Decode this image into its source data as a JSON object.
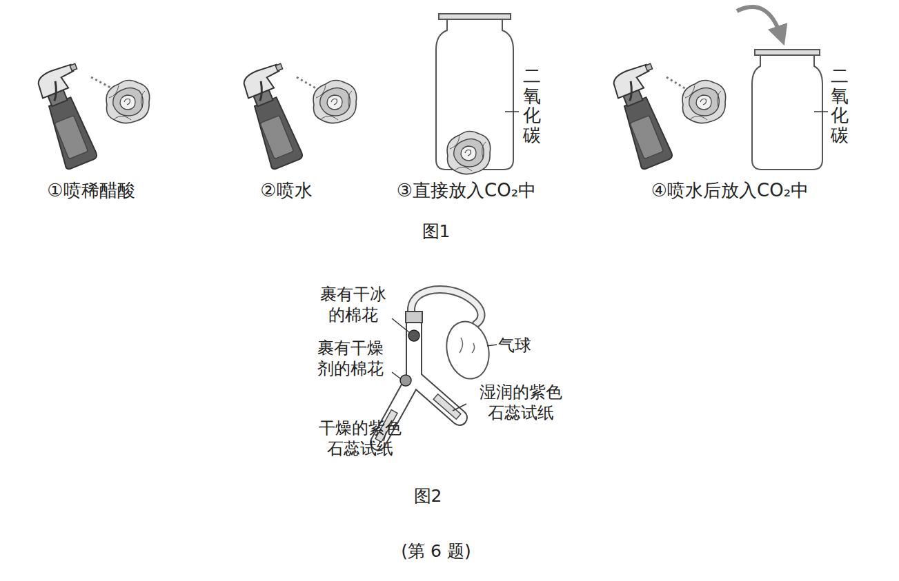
{
  "diagram": {
    "caption": "(第 6 题)",
    "labels": [
      "①喷稀醋酸",
      "②喷水",
      "③直接放入CO₂中",
      "④喷水后放入CO₂中",
      "二氧化碳",
      "二氧化碳",
      "图1",
      "裹有干冰的棉花",
      "裹有干燥剂的棉花",
      "气球",
      "湿润的紫色石蕊试纸",
      "干燥的紫色石蕊试纸",
      "图2"
    ]
  }
}
